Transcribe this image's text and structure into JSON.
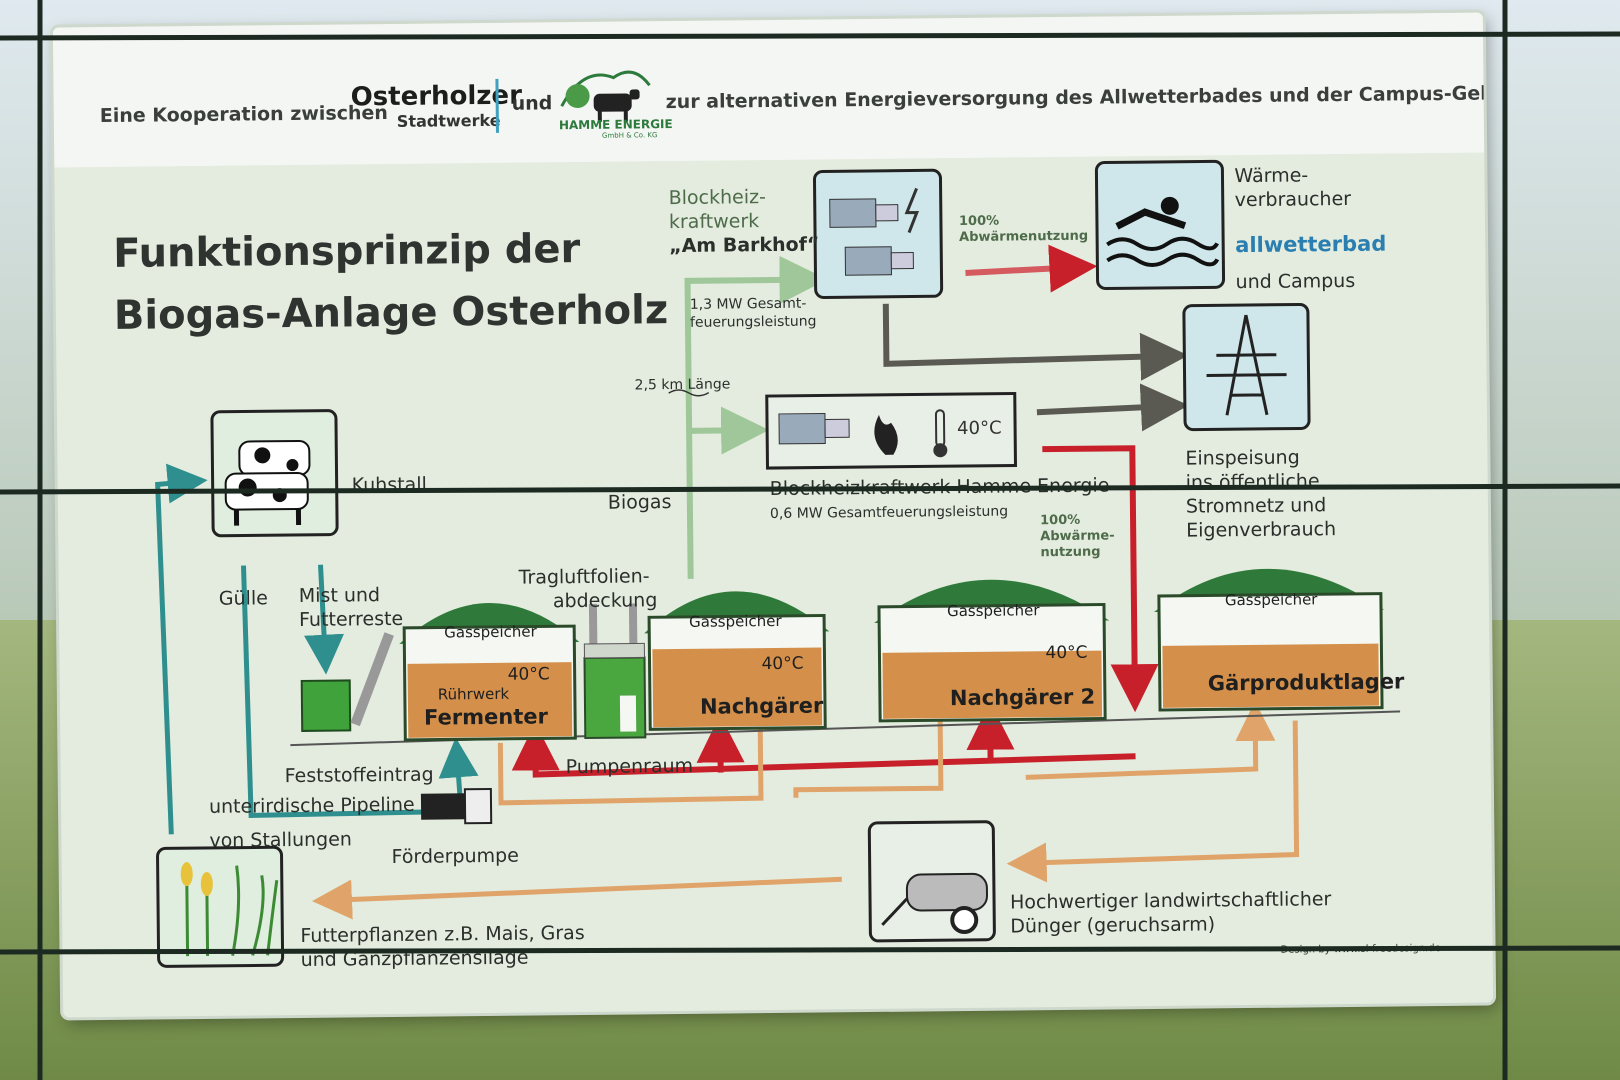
{
  "header": {
    "cooperation": "Eine Kooperation zwischen",
    "partner1_name": "Osterholzer",
    "partner1_sub": "Stadtwerke",
    "and": "und",
    "partner2_name": "HAMME ENERGIE",
    "partner2_sub": "GmbH & Co. KG",
    "purpose": "zur alternativen Energieversorgung des Allwetterbades und der Campus-Gebäude"
  },
  "title": {
    "line1": "Funktionsprinzip der",
    "line2": "Biogas-Anlage Osterholz"
  },
  "labels": {
    "bhkw_barkhof_1": "Blockheiz-",
    "bhkw_barkhof_2": "kraftwerk",
    "bhkw_barkhof_3": "„Am Barkhof“",
    "barkhof_power_1": "1,3 MW Gesamt-",
    "barkhof_power_2": "feuerungsleistung",
    "waste_heat_1_a": "100%",
    "waste_heat_1_b": "Abwärmenutzung",
    "heat_consumer_1": "Wärme-",
    "heat_consumer_2": "verbraucher",
    "pool_brand": "allwetterbad",
    "and_campus": "und Campus",
    "pipeline_length": "2,5 km Länge",
    "biogas": "Biogas",
    "bhkw_hamme": "Blockheizkraftwerk Hamme Energie",
    "hamme_power": "0,6 MW Gesamtfeuerungsleistung",
    "temp": "40°C",
    "waste_heat_2_a": "100%",
    "waste_heat_2_b": "Abwärme-",
    "waste_heat_2_c": "nutzung",
    "grid_1": "Einspeisung",
    "grid_2": "ins öffentliche",
    "grid_3": "Stromnetz und",
    "grid_4": "Eigenverbrauch",
    "barn": "Kuhstall",
    "guelle": "Gülle",
    "manure_1": "Mist und",
    "manure_2": "Futterreste",
    "cover_1": "Tragluftfolien-",
    "cover_2": "abdeckung",
    "solid_feed": "Feststoffeintrag",
    "pipeline_1": "unterirdische Pipeline",
    "pipeline_2": "von Stallungen",
    "pump": "Förderpumpe",
    "pump_room": "Pumpenraum",
    "crops_1": "Futterpflanzen z.B. Mais, Gras",
    "crops_2": "und Ganzpflanzensilage",
    "fertilizer_1": "Hochwertiger landwirtschaftlicher",
    "fertilizer_2": "Dünger (geruchsarm)",
    "credit": "Design by www.sl-freedesign.de"
  },
  "tanks": [
    {
      "gas": "Gasspeicher",
      "name": "Fermenter",
      "temp": "40°C",
      "extra": "Rührwerk"
    },
    {
      "gas": "Gasspeicher",
      "name": "Nachgärer",
      "temp": "40°C"
    },
    {
      "gas": "Gasspeicher",
      "name": "Nachgärer 2",
      "temp": "40°C"
    },
    {
      "gas": "Gasspeicher",
      "name": "Gärproduktlager"
    }
  ],
  "colors": {
    "sign_bg": "#e3ecde",
    "flow_green": "#9fc79a",
    "flow_teal": "#2f8f8f",
    "flow_red": "#c8202a",
    "flow_tan": "#e0a46a",
    "flow_dark": "#5a5a52",
    "roof_green": "#2f7a3a",
    "substrate": "#d4904a",
    "icon_box": "#cfe7ea"
  },
  "icons": [
    "cow-icon",
    "swimmer-icon",
    "power-pylon-icon",
    "engine-icon",
    "flame-icon",
    "thermometer-icon",
    "lightning-icon",
    "crop-icon",
    "slurry-tanker-icon"
  ]
}
